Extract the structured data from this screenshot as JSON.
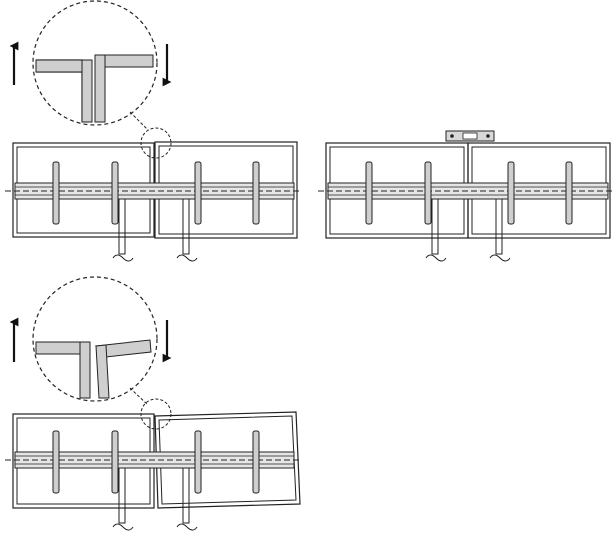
{
  "diagram": {
    "panels": [
      {
        "id": "top-left",
        "note": ""
      },
      {
        "id": "top-right",
        "note": ""
      },
      {
        "id": "bottom-left",
        "note": ""
      }
    ]
  }
}
